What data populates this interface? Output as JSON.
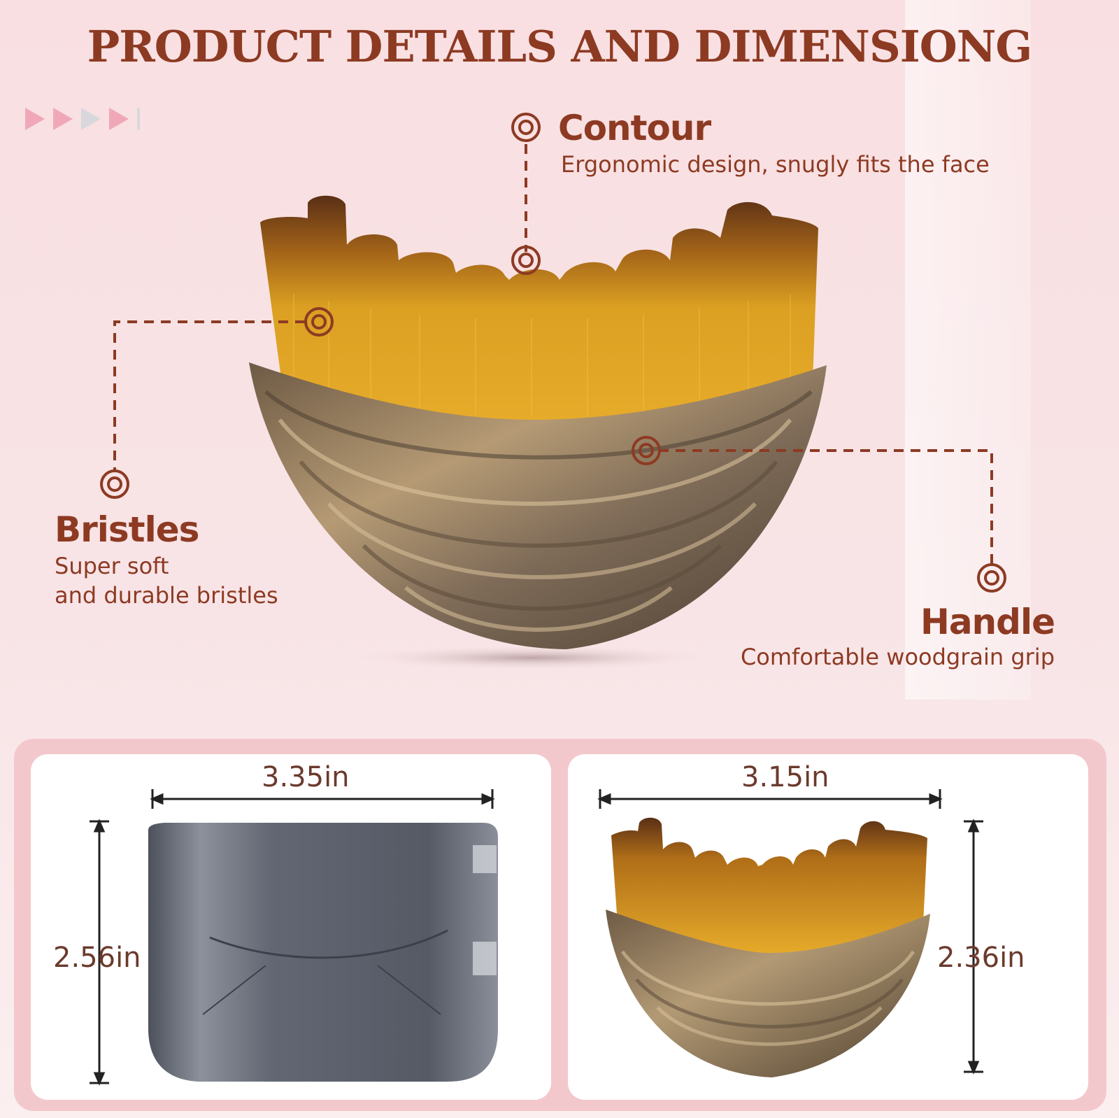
{
  "header": {
    "title": "PRODUCT DETAILS AND DIMENSIONG"
  },
  "callouts": {
    "contour": {
      "title": "Contour",
      "description": "Ergonomic design, snugly fits the face"
    },
    "bristles": {
      "title": "Bristles",
      "description_line1": "Super soft",
      "description_line2": "and durable bristles"
    },
    "handle": {
      "title": "Handle",
      "description": "Comfortable woodgrain grip"
    }
  },
  "dimensions": {
    "case": {
      "width": "3.35in",
      "height": "2.56in"
    },
    "brush": {
      "width": "3.15in",
      "height": "2.36in"
    }
  },
  "colors": {
    "accent": "#8d3a23",
    "bristle_gold": "#d99a18",
    "bristle_tip": "#6a3a1a",
    "wood": "#8a7358",
    "case_gray": "#5a5f6a",
    "panel_frame": "#f3c8cc"
  }
}
